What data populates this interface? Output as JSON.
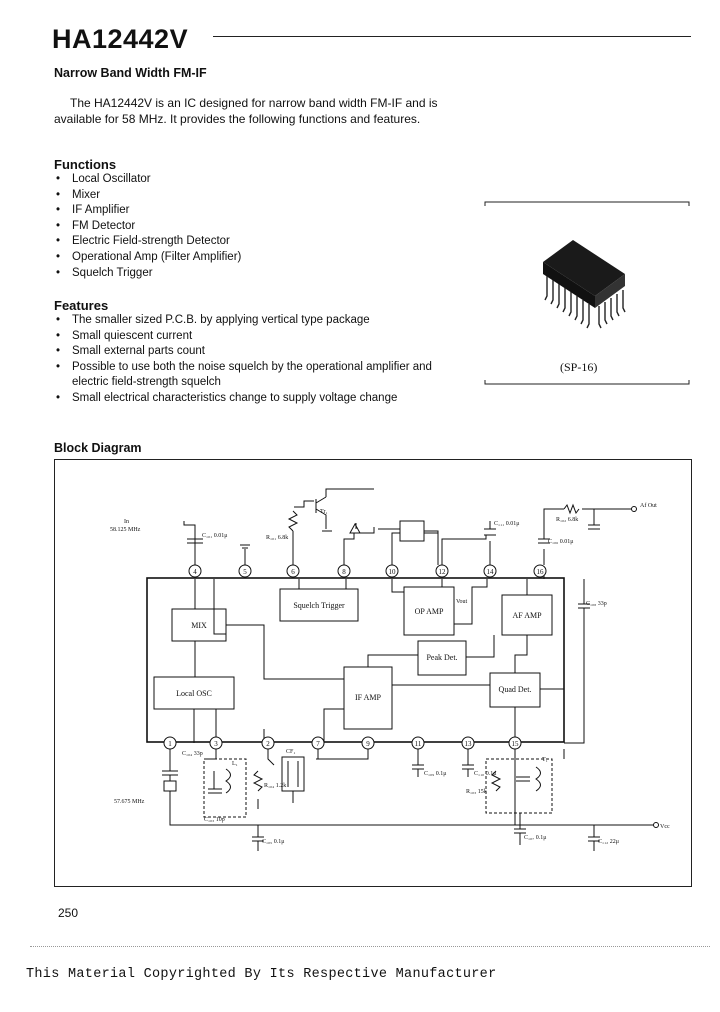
{
  "header": {
    "title": "HA12442V"
  },
  "subtitle": "Narrow Band Width FM-IF",
  "intro": "The HA12442V is an IC designed for narrow band width FM-IF and is available for 58 MHz. It provides the following functions and features.",
  "functions": {
    "heading": "Functions",
    "items": [
      "Local Oscillator",
      "Mixer",
      "IF Amplifier",
      "FM Detector",
      "Electric Field-strength Detector",
      "Operational Amp (Filter Amplifier)",
      "Squelch Trigger"
    ]
  },
  "features": {
    "heading": "Features",
    "items": [
      "The smaller sized P.C.B. by applying vertical type package",
      "Small quiescent current",
      "Small external parts count",
      "Possible to use both the noise squelch by the operational amplifier and electric field-strength squelch",
      "Small electrical characteristics change to supply voltage change"
    ]
  },
  "package": {
    "label": "(SP-16)"
  },
  "block_diagram": {
    "title": "Block Diagram",
    "blocks": {
      "mix": "MIX",
      "local_osc": "Local OSC",
      "squelch": "Squelch Trigger",
      "op_amp": "OP AMP",
      "af_amp": "AF AMP",
      "peak_det": "Peak Det.",
      "if_amp": "IF AMP",
      "quad_det": "Quad Det."
    },
    "pins_top": [
      "4",
      "5",
      "6",
      "8",
      "10",
      "12",
      "14",
      "16"
    ],
    "pins_bottom": [
      "1",
      "3",
      "2",
      "7",
      "9",
      "11",
      "13",
      "15"
    ],
    "labels": {
      "input": "In",
      "input_freq": "58.125 MHz",
      "cin": "C₁₀₁ 0.01μ",
      "vcc_out": "Vout",
      "af_out": "Af Out",
      "tr": "Tr₁",
      "r1": "R₁₀₁ 6.8k",
      "rb": "R₁₀₂ 6.8k",
      "c_out": "C₁₀₆ 0.01μ",
      "crystal": "57.675 MHz",
      "r_load": "R₁₀₃ 15k",
      "t1": "T₁",
      "vcc": "Vcc",
      "ct": "C₁₀₇ 0.1μ",
      "cf": "CF₁",
      "c_big": "C₁₁₂ 22μ",
      "l1": "L₁",
      "r_bias": "R₁₀₄ 1.2k",
      "c_var": "C₁₀₃ 10p",
      "c_pin9": "C₁₀₉ 0.1μ",
      "c_pin11": "C₁₁₀ 0.1μ",
      "c_pin2": "C₁₀₅ 0.1μ",
      "c_ext": "C₁₀₈ 33p",
      "cosc": "C₁₀₄ 33p",
      "c_sq": "C₁₁₁ 0.01μ"
    }
  },
  "page_number": "250",
  "footer": "This Material Copyrighted By Its Respective Manufacturer"
}
